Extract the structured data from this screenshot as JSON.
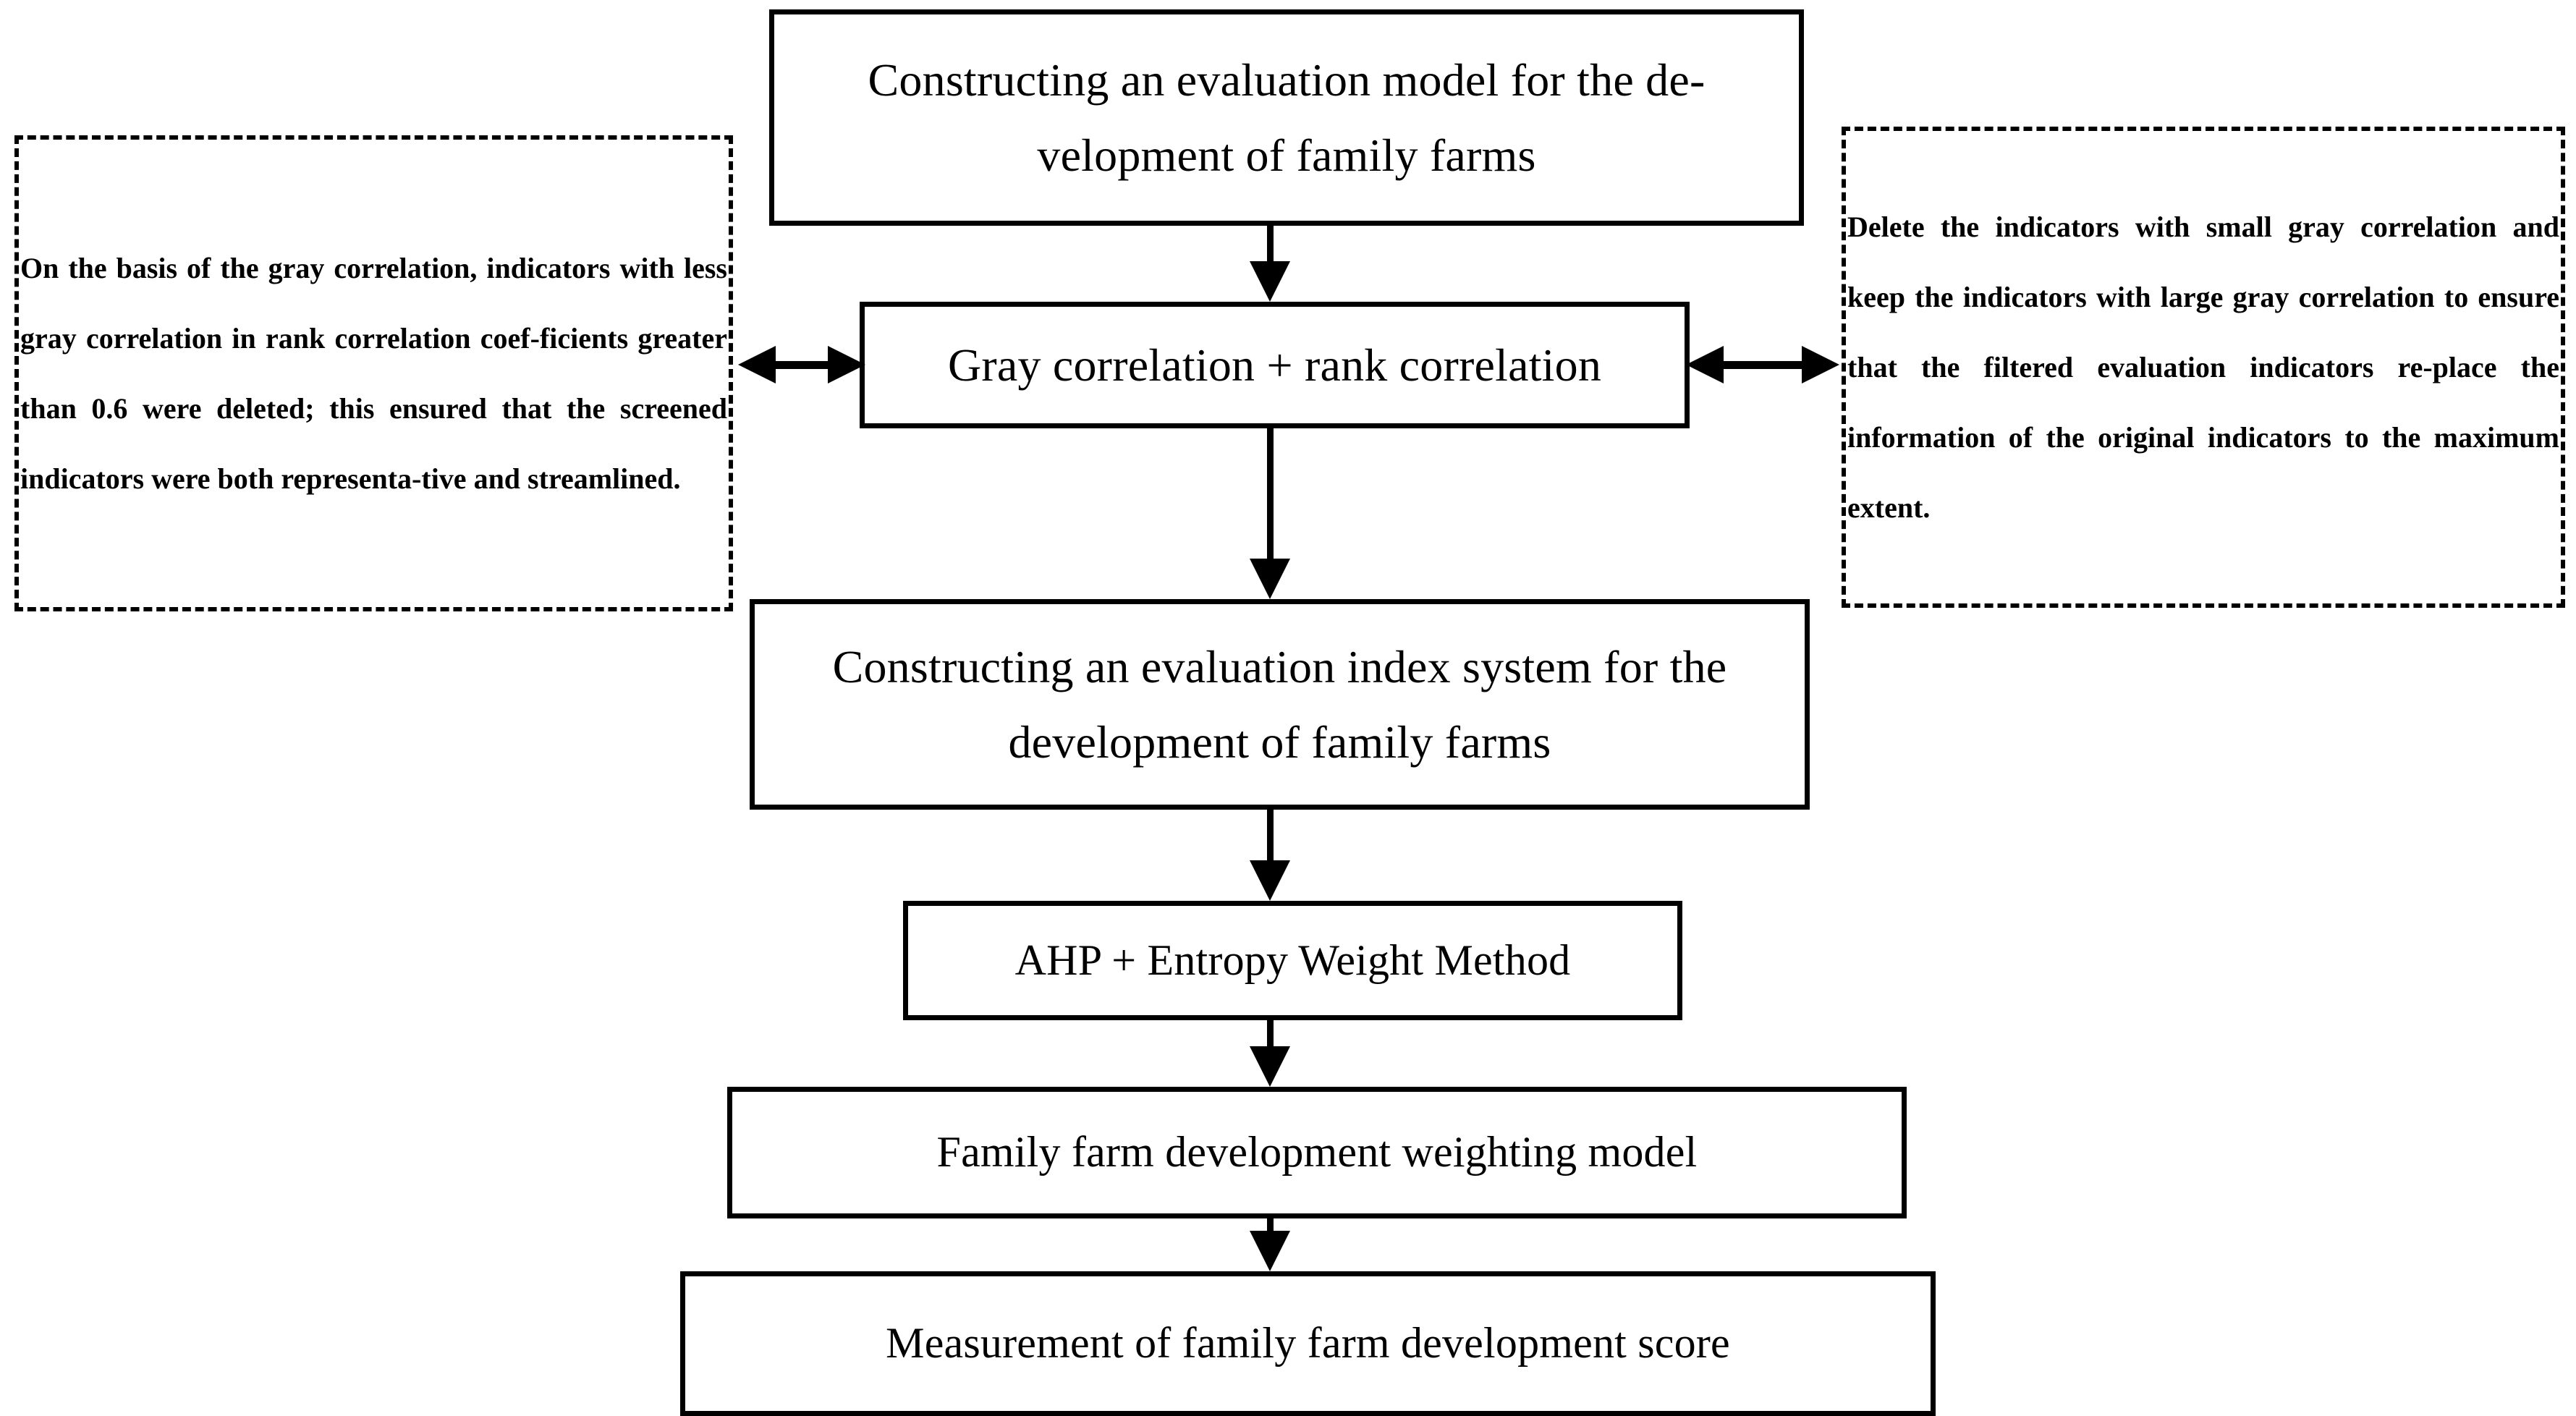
{
  "diagram": {
    "title": "Family farm development evaluation model flowchart",
    "stroke_color": "#000000",
    "background_color": "#ffffff",
    "boxes": {
      "model": "Constructing an evaluation model for the de-velopment of family farms",
      "gray_rank": "Gray correlation + rank correlation",
      "index_system": "Constructing an evaluation index system for the development of family farms",
      "ahp_entropy": "AHP + Entropy Weight Method",
      "weighting_model": "Family farm development weighting model",
      "measurement": "Measurement of family farm development score"
    },
    "annotations": {
      "left": "On the basis of the gray correlation, indicators with less gray correlation in rank correlation coef-ficients greater than 0.6 were deleted; this ensured that the screened indicators were both representa-tive and streamlined.",
      "right": "Delete the indicators with small gray correlation and keep the indicators with large gray correlation to ensure that the filtered evaluation indicators re-place the information of the original indicators to the maximum extent."
    },
    "connectors": {
      "model_to_gray": "down-arrow",
      "gray_to_index": "down-arrow",
      "index_to_ahp": "down-arrow",
      "ahp_to_weighting": "down-arrow",
      "weighting_to_measurement": "down-arrow",
      "left_annotation_link": "double-headed-arrow",
      "right_annotation_link": "double-headed-arrow"
    }
  }
}
